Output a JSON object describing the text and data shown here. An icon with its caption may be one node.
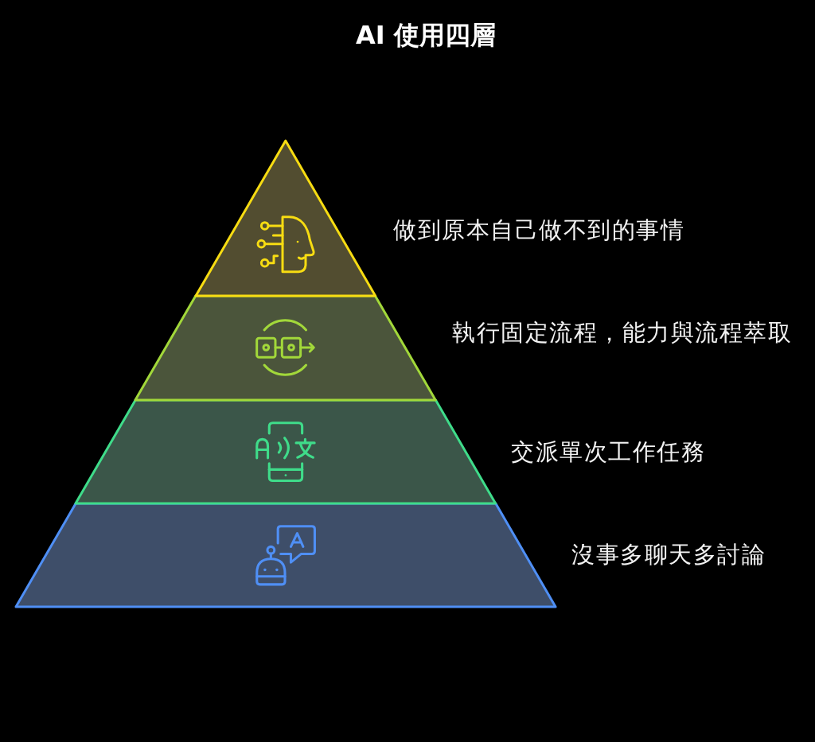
{
  "diagram": {
    "title": "AI 使用四層",
    "nodes": [
      {
        "text": [],
        "shape": "triangle",
        "beside": [
          "做到原本自己做不到的事情"
        ]
      },
      {
        "text": [],
        "shape": "trapezoid",
        "beside": [
          "執行固定流程，能力與流程萃取"
        ]
      },
      {
        "text": [],
        "shape": "trapezoid",
        "beside": [
          "交派單次工作任務"
        ]
      },
      {
        "text": [],
        "shape": "trapezoid",
        "beside": [
          "沒事多聊天多討論"
        ]
      }
    ]
  }
}
